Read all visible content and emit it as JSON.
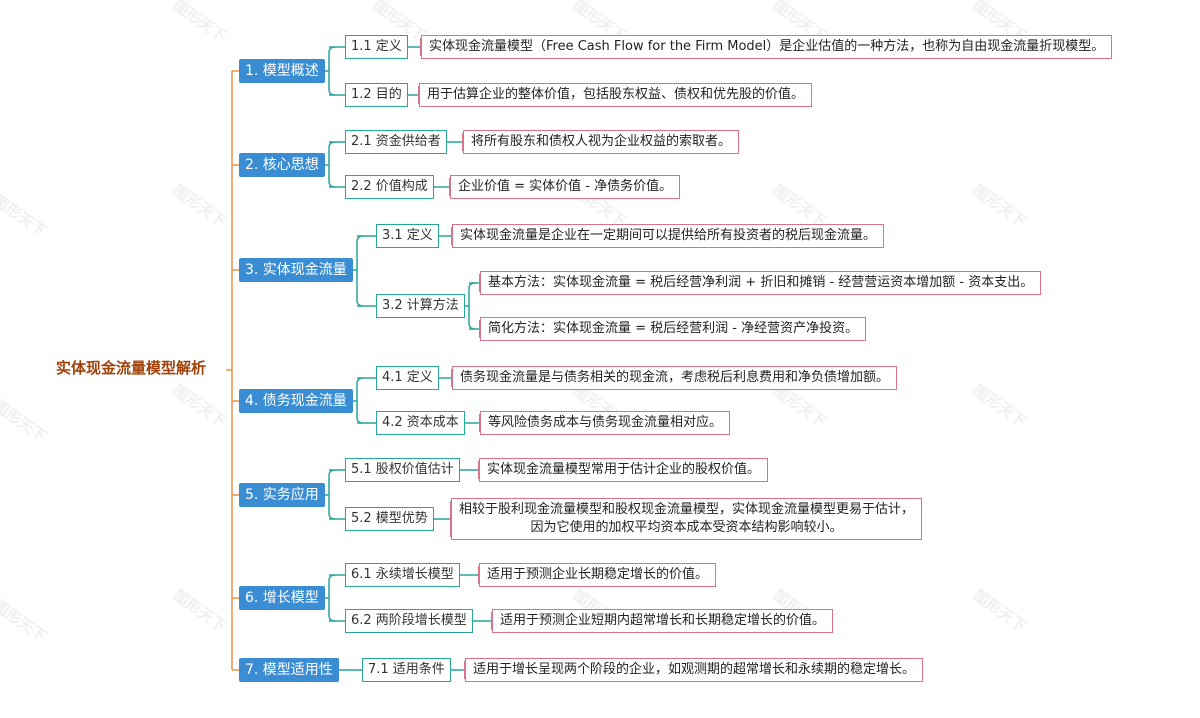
{
  "watermark": "图形天下",
  "mindmap": {
    "root": "实体现金流量模型解析",
    "sections": [
      {
        "label": "1. 模型概述",
        "children": [
          {
            "label": "1.1 定义",
            "leaves": [
              "实体现金流量模型（Free Cash Flow for the Firm Model）是企业估值的一种方法，也称为自由现金流量折现模型。"
            ]
          },
          {
            "label": "1.2 目的",
            "leaves": [
              "用于估算企业的整体价值，包括股东权益、债权和优先股的价值。"
            ]
          }
        ]
      },
      {
        "label": "2. 核心思想",
        "children": [
          {
            "label": "2.1 资金供给者",
            "leaves": [
              "将所有股东和债权人视为企业权益的索取者。"
            ]
          },
          {
            "label": "2.2 价值构成",
            "leaves": [
              "企业价值 = 实体价值 - 净债务价值。"
            ]
          }
        ]
      },
      {
        "label": "3. 实体现金流量",
        "children": [
          {
            "label": "3.1 定义",
            "leaves": [
              "实体现金流量是企业在一定期间可以提供给所有投资者的税后现金流量。"
            ]
          },
          {
            "label": "3.2 计算方法",
            "leaves": [
              "基本方法：实体现金流量 = 税后经营净利润 + 折旧和摊销 - 经营营运资本增加额 - 资本支出。",
              "简化方法：实体现金流量 = 税后经营利润 - 净经营资产净投资。"
            ]
          }
        ]
      },
      {
        "label": "4. 债务现金流量",
        "children": [
          {
            "label": "4.1 定义",
            "leaves": [
              "债务现金流量是与债务相关的现金流，考虑税后利息费用和净负债增加额。"
            ]
          },
          {
            "label": "4.2 资本成本",
            "leaves": [
              "等风险债务成本与债务现金流量相对应。"
            ]
          }
        ]
      },
      {
        "label": "5. 实务应用",
        "children": [
          {
            "label": "5.1 股权价值估计",
            "leaves": [
              "实体现金流量模型常用于估计企业的股权价值。"
            ]
          },
          {
            "label": "5.2 模型优势",
            "leaves": [
              [
                "相较于股利现金流量模型和股权现金流量模型，实体现金流量模型更易于估计，",
                "因为它使用的加权平均资本成本受资本结构影响较小。"
              ]
            ]
          }
        ]
      },
      {
        "label": "6. 增长模型",
        "children": [
          {
            "label": "6.1 永续增长模型",
            "leaves": [
              "适用于预测企业长期稳定增长的价值。"
            ]
          },
          {
            "label": "6.2 两阶段增长模型",
            "leaves": [
              "适用于预测企业短期内超常增长和长期稳定增长的价值。"
            ]
          }
        ]
      },
      {
        "label": "7. 模型适用性",
        "children": [
          {
            "label": "7.1 适用条件",
            "leaves": [
              "适用于增长呈现两个阶段的企业，如观测期的超常增长和永续期的稳定增长。"
            ]
          }
        ]
      }
    ]
  },
  "colors": {
    "root_text": "#a0420a",
    "root_connector": "#e8924a",
    "section_fill": "#3b8dd3",
    "section_connector": "#27a69a",
    "child_connector": "#d9728b"
  }
}
